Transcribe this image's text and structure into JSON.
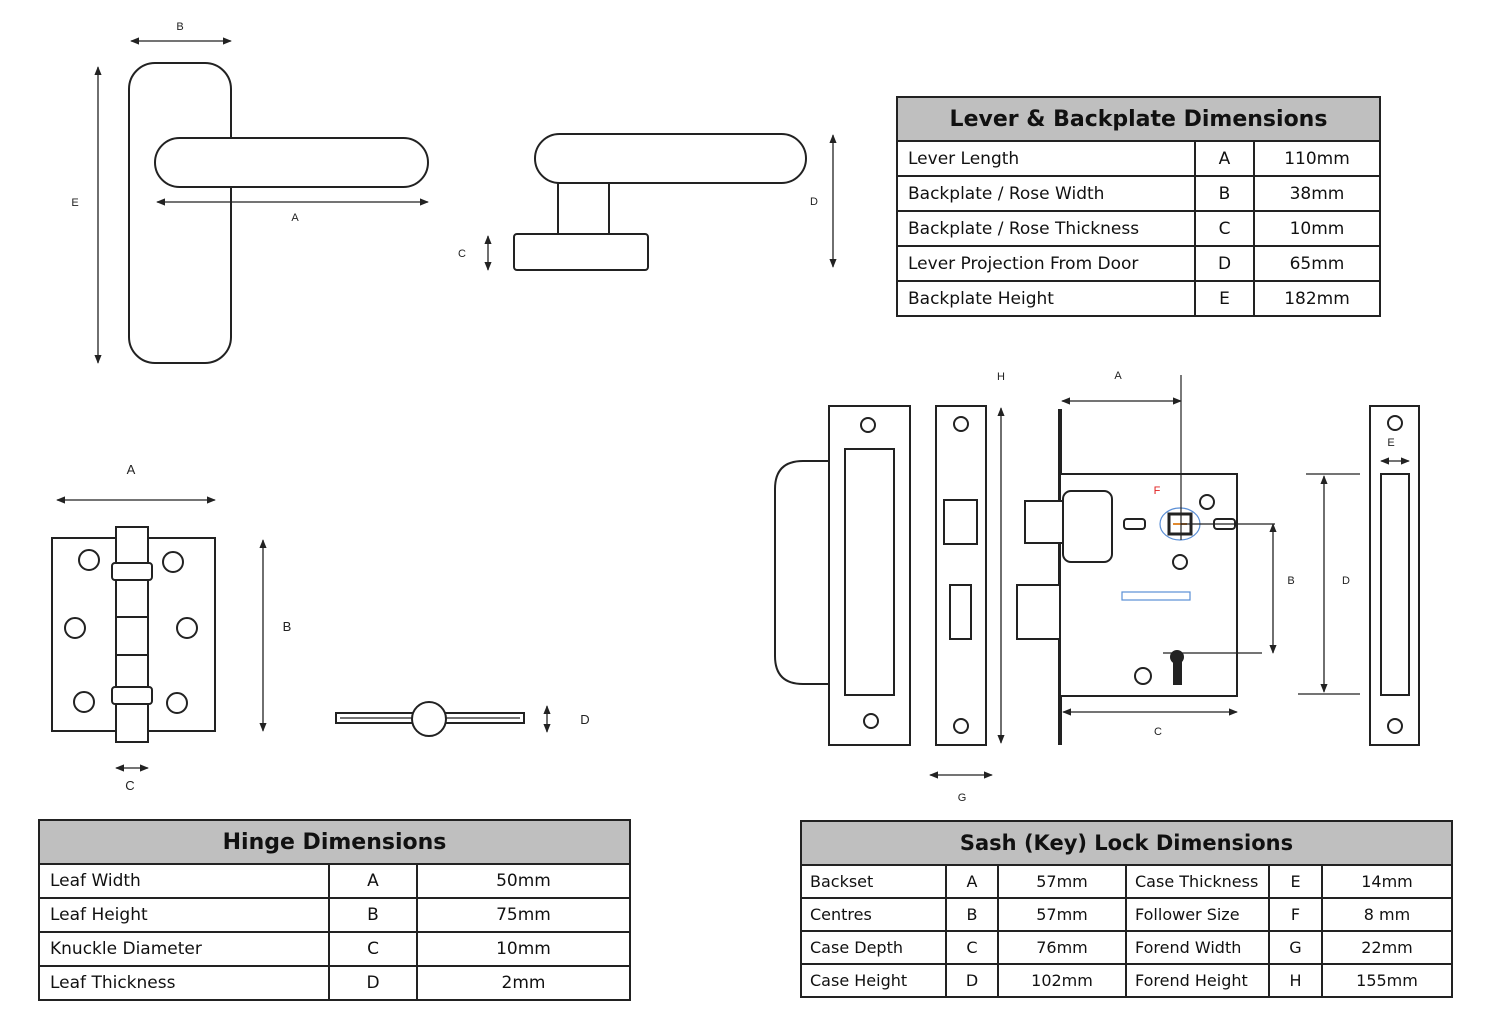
{
  "labels": {
    "lever_B": "B",
    "lever_E": "E",
    "lever_A": "A",
    "lever_C": "C",
    "lever_D": "D",
    "hinge_A": "A",
    "hinge_B": "B",
    "hinge_C": "C",
    "hinge_D": "D",
    "sash_H": "H",
    "sash_A": "A",
    "sash_E": "E",
    "sash_F": "F",
    "sash_B": "B",
    "sash_D": "D",
    "sash_C": "C",
    "sash_G": "G"
  },
  "lever_table": {
    "title": "Lever & Backplate Dimensions",
    "rows": [
      {
        "name": "Lever Length",
        "code": "A",
        "value": "110mm"
      },
      {
        "name": "Backplate / Rose Width",
        "code": "B",
        "value": "38mm"
      },
      {
        "name": "Backplate / Rose Thickness",
        "code": "C",
        "value": "10mm"
      },
      {
        "name": "Lever Projection From Door",
        "code": "D",
        "value": "65mm"
      },
      {
        "name": "Backplate Height",
        "code": "E",
        "value": "182mm"
      }
    ]
  },
  "hinge_table": {
    "title": "Hinge Dimensions",
    "rows": [
      {
        "name": "Leaf Width",
        "code": "A",
        "value": "50mm"
      },
      {
        "name": "Leaf Height",
        "code": "B",
        "value": "75mm"
      },
      {
        "name": "Knuckle Diameter",
        "code": "C",
        "value": "10mm"
      },
      {
        "name": "Leaf Thickness",
        "code": "D",
        "value": "2mm"
      }
    ]
  },
  "sash_table": {
    "title": "Sash (Key) Lock Dimensions",
    "rows": [
      {
        "name1": "Backset",
        "code1": "A",
        "value1": "57mm",
        "name2": "Case Thickness",
        "code2": "E",
        "value2": "14mm"
      },
      {
        "name1": "Centres",
        "code1": "B",
        "value1": "57mm",
        "name2": "Follower Size",
        "code2": "F",
        "value2": "8 mm"
      },
      {
        "name1": "Case Depth",
        "code1": "C",
        "value1": "76mm",
        "name2": "Forend Width",
        "code2": "G",
        "value2": "22mm"
      },
      {
        "name1": "Case Height",
        "code1": "D",
        "value1": "102mm",
        "name2": "Forend Height",
        "code2": "H",
        "value2": "155mm"
      }
    ]
  },
  "colors": {
    "line": "#222222",
    "header_fill": "#bfbfbf",
    "follower_highlight": "#e02020",
    "ring": "#5b8fd6"
  }
}
